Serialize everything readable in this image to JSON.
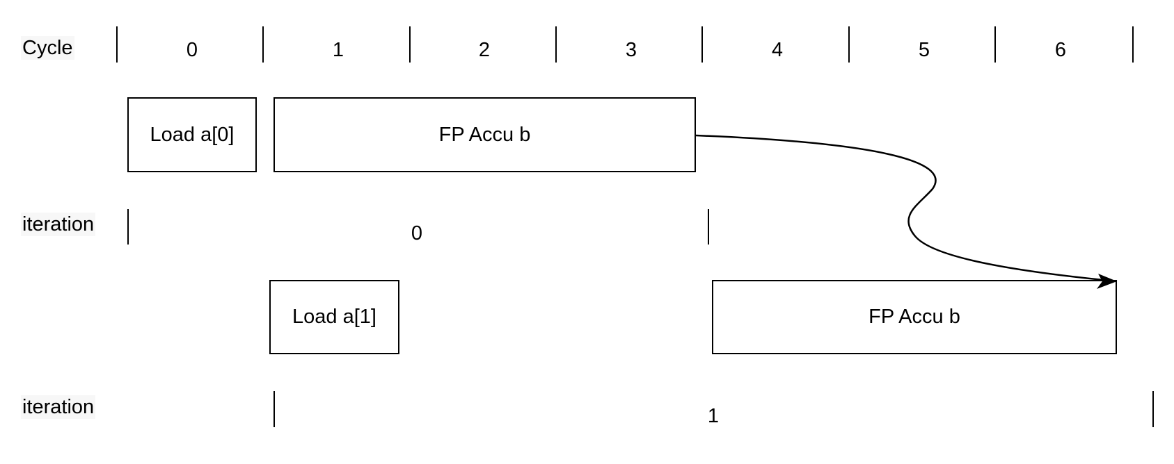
{
  "header": {
    "row_label": "Cycle",
    "cycles": [
      "0",
      "1",
      "2",
      "3",
      "4",
      "5",
      "6"
    ]
  },
  "iteration_rows": [
    {
      "label": "iteration",
      "value": "0"
    },
    {
      "label": "iteration",
      "value": "1"
    }
  ],
  "blocks": {
    "load0": "Load a[0]",
    "accu0": "FP Accu b",
    "load1": "Load a[1]",
    "accu1": "FP Accu b"
  }
}
